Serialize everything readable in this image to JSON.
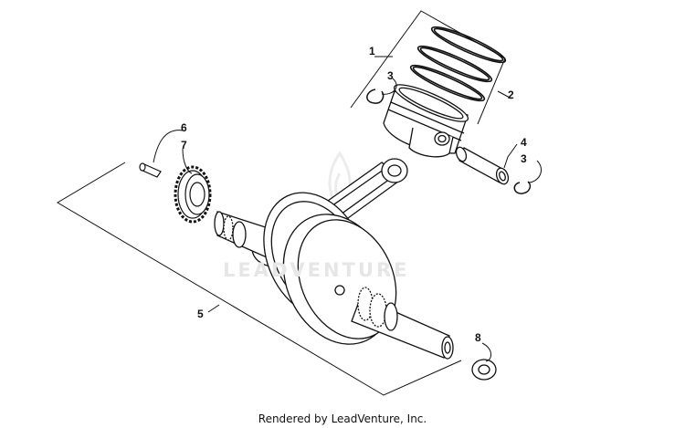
{
  "callouts": [
    "1",
    "2",
    "3",
    "3",
    "4",
    "5",
    "6",
    "7",
    "8"
  ],
  "watermark_text": "LEADVENTURE",
  "credit_text": "Rendered by LeadVenture, Inc.",
  "colors": {
    "line": "#111111",
    "watermark": "#e6e6e6",
    "background": "#ffffff"
  }
}
